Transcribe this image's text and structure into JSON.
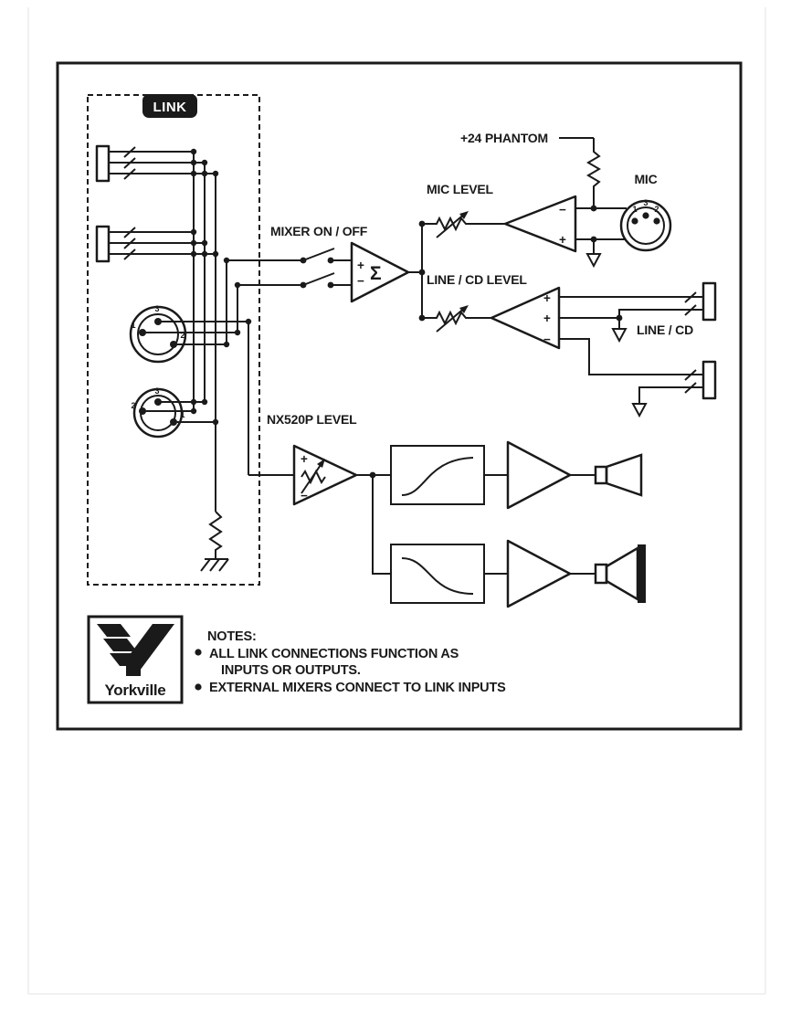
{
  "colors": {
    "ink": "#1a1a1a",
    "paper": "#ffffff"
  },
  "link_panel": {
    "tab": "LINK"
  },
  "labels": {
    "mixer_switch": "MIXER ON / OFF",
    "phantom": "+24 PHANTOM",
    "mic_level": "MIC LEVEL",
    "mic": "MIC",
    "line_cd_level": "LINE / CD LEVEL",
    "line_cd": "LINE / CD",
    "nx520p_level": "NX520P LEVEL"
  },
  "glyphs": {
    "plus": "+",
    "minus": "−",
    "sigma": "Σ"
  },
  "connectors": {
    "xlr_link_1": {
      "pins": [
        "1",
        "3",
        "2"
      ]
    },
    "xlr_link_2": {
      "pins": [
        "2",
        "3",
        "1"
      ]
    },
    "xlr_mic": {
      "pins": [
        "1",
        "3",
        "2"
      ]
    }
  },
  "logo": {
    "brand": "Yorkville"
  },
  "notes": {
    "title": "NOTES:",
    "items": [
      {
        "lines": [
          "ALL LINK CONNECTIONS FUNCTION AS",
          "INPUTS OR OUTPUTS."
        ]
      },
      {
        "lines": [
          "EXTERNAL MIXERS CONNECT TO LINK INPUTS"
        ]
      }
    ]
  }
}
